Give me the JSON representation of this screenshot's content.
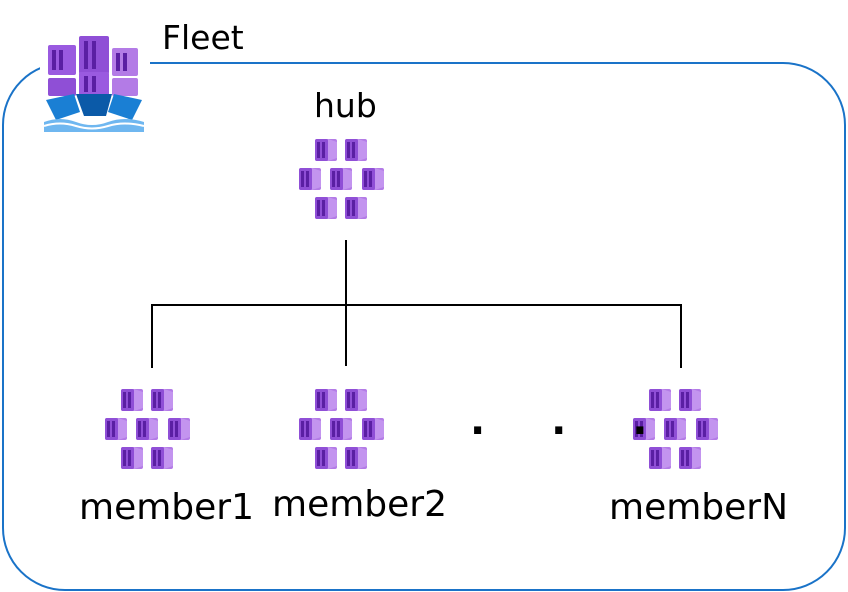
{
  "fleet": {
    "label": "Fleet",
    "icon": "fleet-ship-icon",
    "border_color": "#1a73c8"
  },
  "hub": {
    "label": "hub",
    "icon": "kubernetes-cluster-icon"
  },
  "members": [
    {
      "label": "member1",
      "icon": "kubernetes-cluster-icon"
    },
    {
      "label": "member2",
      "icon": "kubernetes-cluster-icon"
    },
    {
      "label": "memberN",
      "icon": "kubernetes-cluster-icon"
    }
  ],
  "ellipsis": ". . .",
  "colors": {
    "cube_light": "#b37be6",
    "cube_mid": "#8f4fd6",
    "cube_dark": "#5a1fa3",
    "ship_blue": "#1a7fd4",
    "ship_dark": "#0b5aa8",
    "water": "#6fb7f0"
  }
}
